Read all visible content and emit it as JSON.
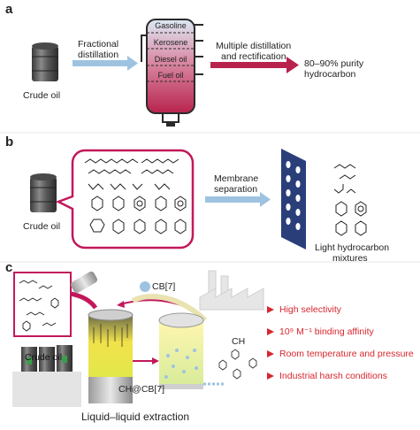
{
  "panel_a": {
    "label": "a",
    "crude_oil": "Crude oil",
    "step1_line1": "Fractional",
    "step1_line2": "distillation",
    "column_fractions": [
      "Gasoline",
      "Kerosene",
      "Diesel oil",
      "Fuel oil"
    ],
    "step2_line1": "Multiple distillation",
    "step2_line2": "and rectification",
    "result_line1": "80–90% purity",
    "result_line2": "hydrocarbon"
  },
  "panel_b": {
    "label": "b",
    "crude_oil": "Crude oil",
    "step_line1": "Membrane",
    "step_line2": "separation",
    "result_line1": "Light hydrocarbon",
    "result_line2": "mixtures"
  },
  "panel_c": {
    "label": "c",
    "host_label": "CB[7]",
    "crude_oil": "Crude oil",
    "complex_label": "CH@CB[7]",
    "guest_label": "CH",
    "process_label": "Liquid–liquid extraction",
    "features": [
      "High selectivity",
      "10⁹ M⁻¹ binding affinity",
      "Room temperature and pressure",
      "Industrial harsh conditions"
    ]
  },
  "colors": {
    "arrow_blue": "#9ec3e0",
    "arrow_red": "#b8234d",
    "frame_magenta": "#c2185b",
    "membrane_navy": "#2a3f7a",
    "text_red": "#d7262f"
  }
}
